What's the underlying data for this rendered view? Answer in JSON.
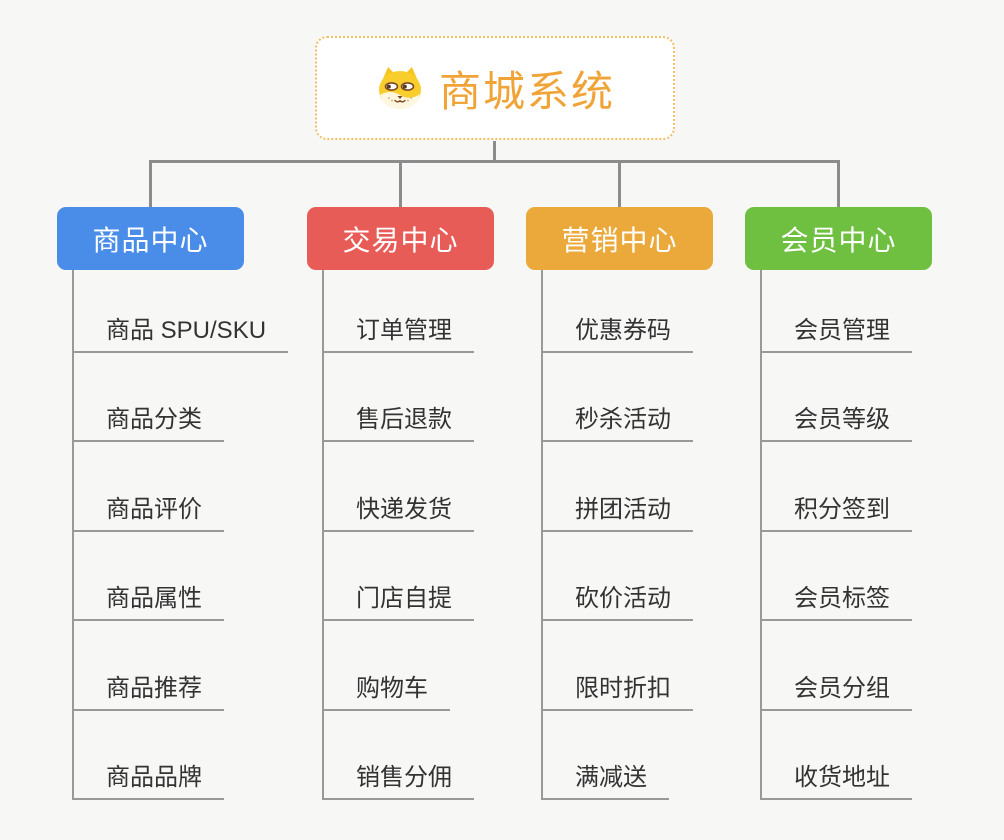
{
  "canvas": {
    "background": "#f7f7f6"
  },
  "root": {
    "title": "商城系统",
    "icon": "shiba-dog-icon",
    "text_color": "#f0a437",
    "border_color": "#f3bd61",
    "background": "#ffffff"
  },
  "connectors": {
    "color": "#8c8c8c",
    "child_line_color": "#999999",
    "child_text_color": "#333333"
  },
  "branches": [
    {
      "label": "商品中心",
      "color": "#4a8de8",
      "children": [
        "商品 SPU/SKU",
        "商品分类",
        "商品评价",
        "商品属性",
        "商品推荐",
        "商品品牌"
      ]
    },
    {
      "label": "交易中心",
      "color": "#e85c57",
      "children": [
        "订单管理",
        "售后退款",
        "快递发货",
        "门店自提",
        "购物车",
        "销售分佣"
      ]
    },
    {
      "label": "营销中心",
      "color": "#eba93c",
      "children": [
        "优惠券码",
        "秒杀活动",
        "拼团活动",
        "砍价活动",
        "限时折扣",
        "满减送"
      ]
    },
    {
      "label": "会员中心",
      "color": "#6fc040",
      "children": [
        "会员管理",
        "会员等级",
        "积分签到",
        "会员标签",
        "会员分组",
        "收货地址"
      ]
    }
  ]
}
